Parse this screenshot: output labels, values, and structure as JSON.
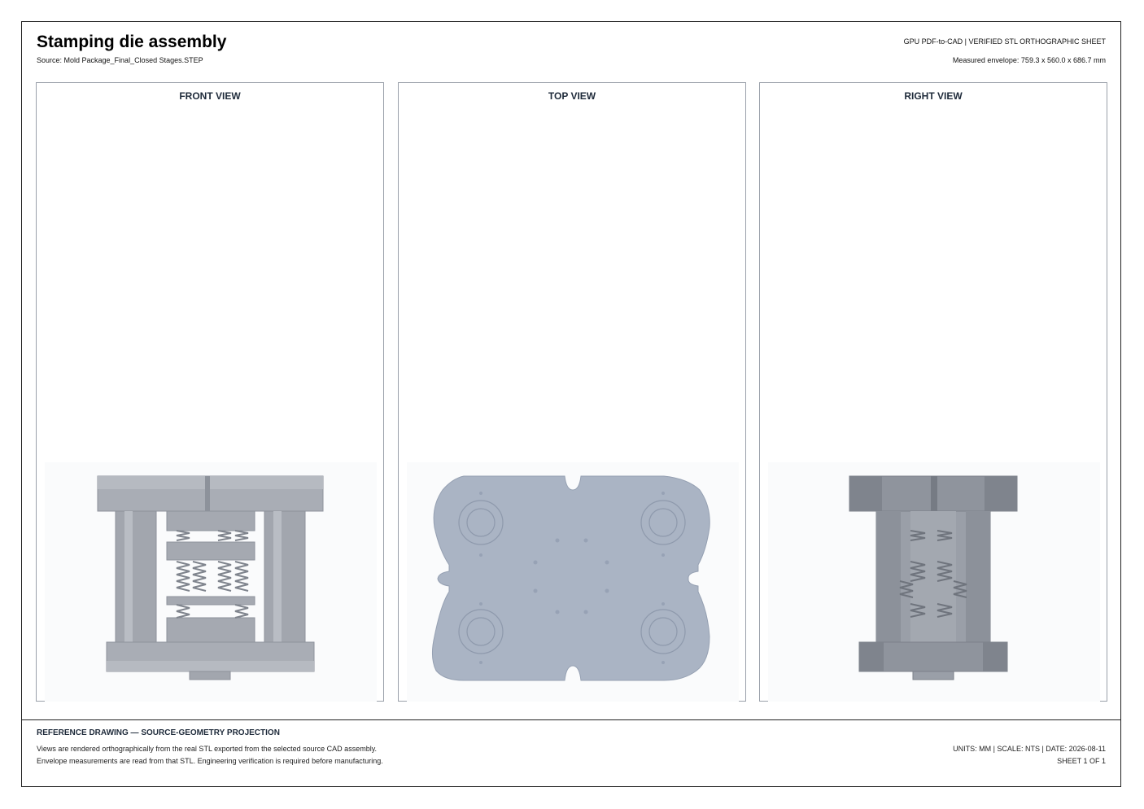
{
  "header": {
    "title": "Stamping die assembly",
    "source": "Source: Mold Package_Final_Closed Stages.STEP",
    "right_label": "GPU PDF-to-CAD | VERIFIED STL ORTHOGRAPHIC SHEET",
    "envelope": "Measured envelope: 759.3 x 560.0 x 686.7 mm"
  },
  "views": {
    "front": {
      "title": "FRONT VIEW"
    },
    "top": {
      "title": "TOP VIEW"
    },
    "right": {
      "title": "RIGHT VIEW"
    }
  },
  "footer": {
    "title": "REFERENCE DRAWING — SOURCE-GEOMETRY PROJECTION",
    "line1": "Views are rendered orthographically from the real STL exported from the selected source CAD assembly.",
    "line2": "Envelope measurements are read from that STL. Engineering verification is required before manufacturing.",
    "meta": "UNITS: MM | SCALE: NTS | DATE: 2026-08-11",
    "sheet": "SHEET 1 OF 1"
  },
  "colors": {
    "part_fill": "#a7abb3",
    "part_dark": "#8d929b",
    "top_fill": "#aab4c4",
    "border": "#9aa0aa"
  }
}
